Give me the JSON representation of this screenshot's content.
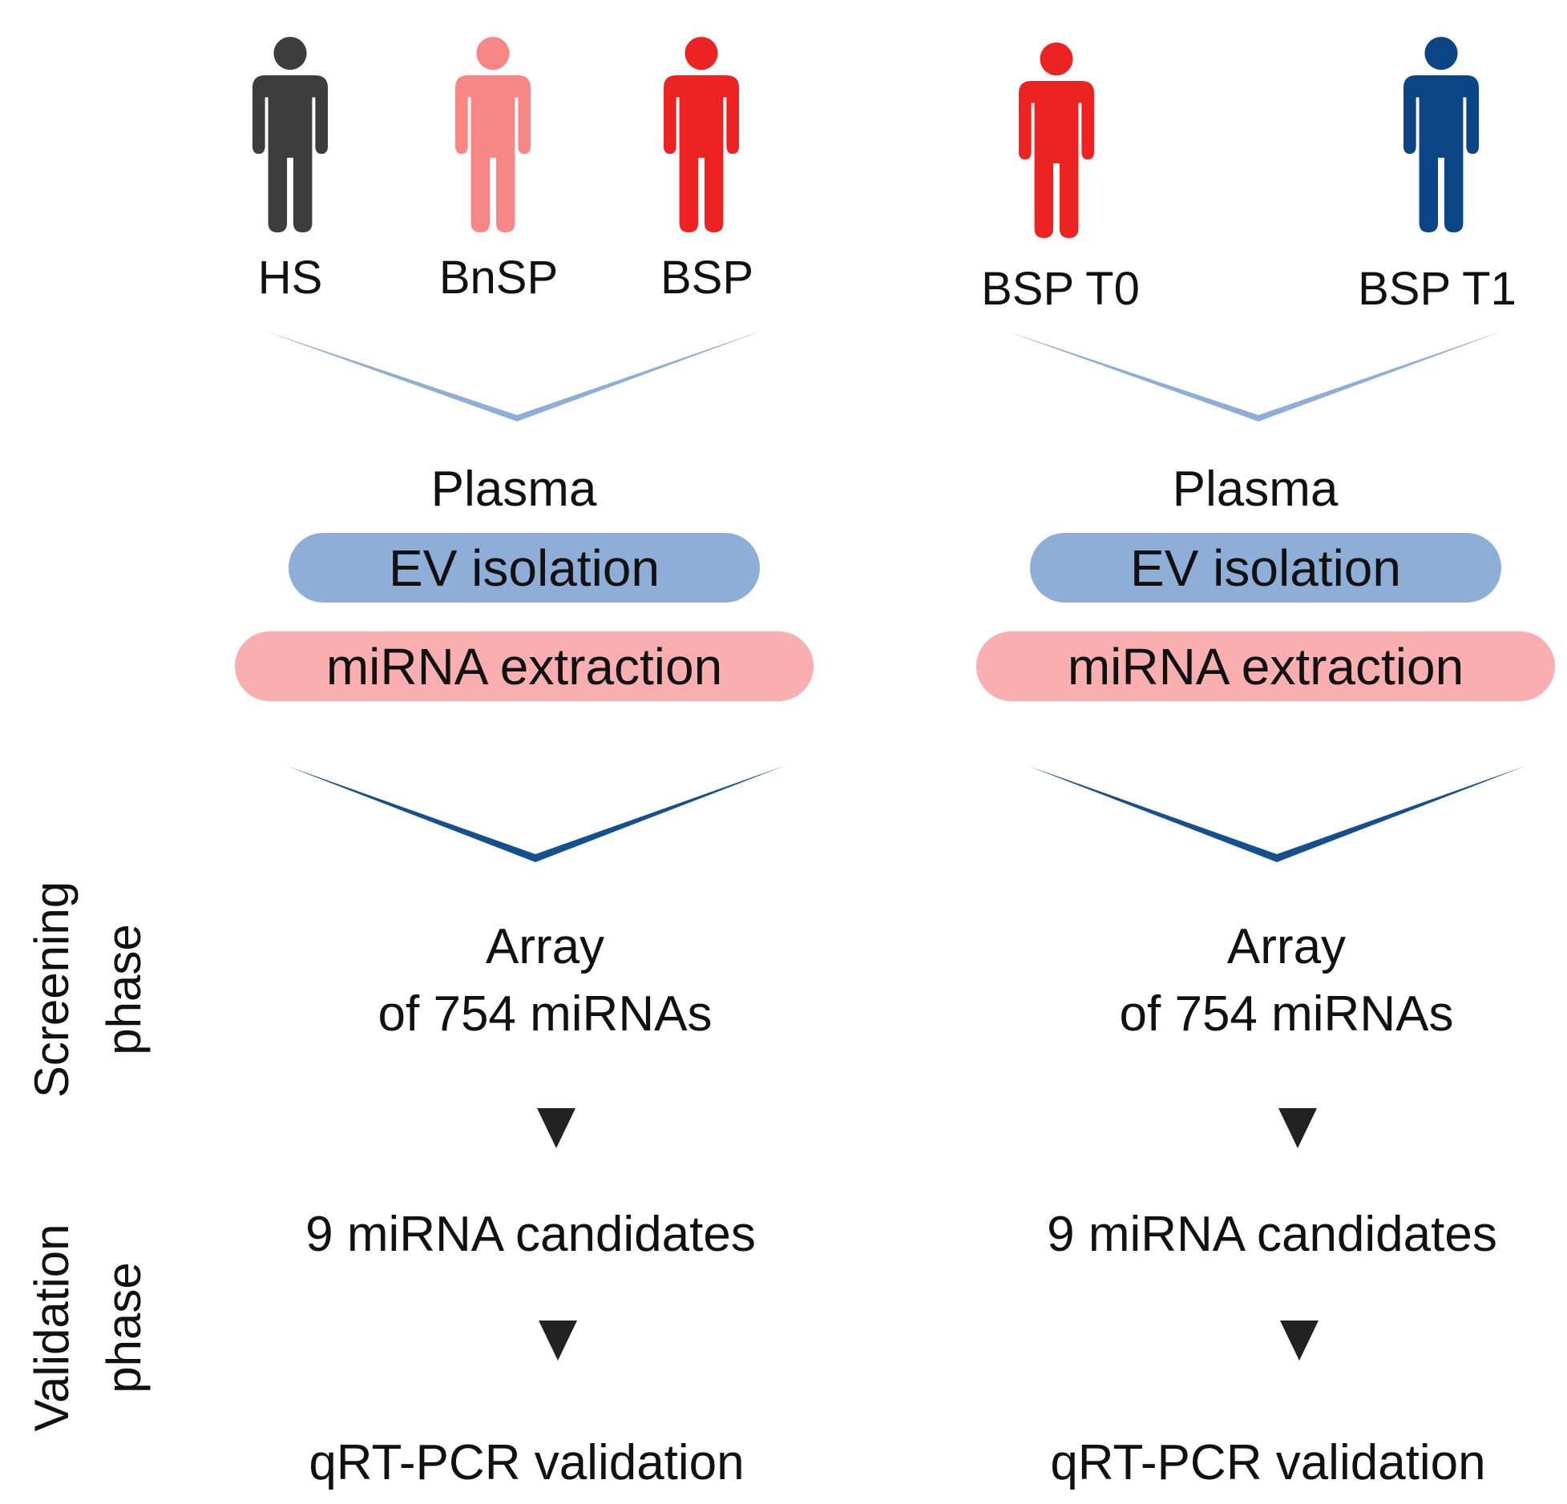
{
  "left_panel": {
    "groups": [
      {
        "label": "HS",
        "color": "#3d3d3d"
      },
      {
        "label": "BnSP",
        "color": "#f78784"
      },
      {
        "label": "BSP",
        "color": "#eb2323"
      }
    ],
    "plasma": "Plasma",
    "ev_isolation": "EV isolation",
    "mirna_extraction": "miRNA extraction",
    "array_line1": "Array",
    "array_line2": "of 754 miRNAs",
    "candidates": "9 miRNA candidates",
    "validation": "qRT-PCR validation"
  },
  "right_panel": {
    "groups": [
      {
        "label": "BSP T0",
        "color": "#eb2323"
      },
      {
        "label": "BSP T1",
        "color": "#0b4586"
      }
    ],
    "plasma": "Plasma",
    "ev_isolation": "EV isolation",
    "mirna_extraction": "miRNA extraction",
    "array_line1": "Array",
    "array_line2": "of 754 miRNAs",
    "candidates": "9 miRNA candidates",
    "validation": "qRT-PCR validation"
  },
  "phases": {
    "screening_line1": "Screening",
    "screening_line2": "phase",
    "validation_line1": "Validation",
    "validation_line2": "phase"
  },
  "colors": {
    "chevron_light": "#8eaed8",
    "chevron_dark": "#14508e",
    "ev_pill": "#8eaed8",
    "mirna_pill": "#f9aeb0"
  }
}
